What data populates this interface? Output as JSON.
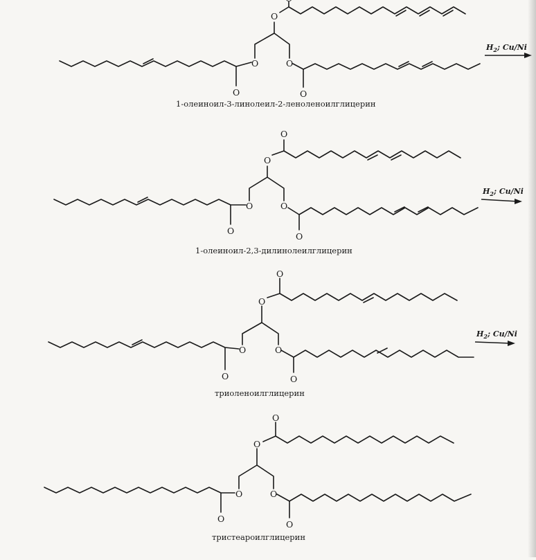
{
  "molecules": [
    {
      "name": "1-олеиноил-3-линолеил-2-леноленоилглицерин"
    },
    {
      "name": "1-олеиноил-2,3-дилинолеилглицерин"
    },
    {
      "name": "триоленоилглицерин"
    },
    {
      "name": "тристеароилглицерин"
    }
  ],
  "reagent": {
    "h": "H",
    "sub": "2",
    "catalyst": "; Cu/Ni"
  },
  "atoms": {
    "oxygen": "O"
  }
}
